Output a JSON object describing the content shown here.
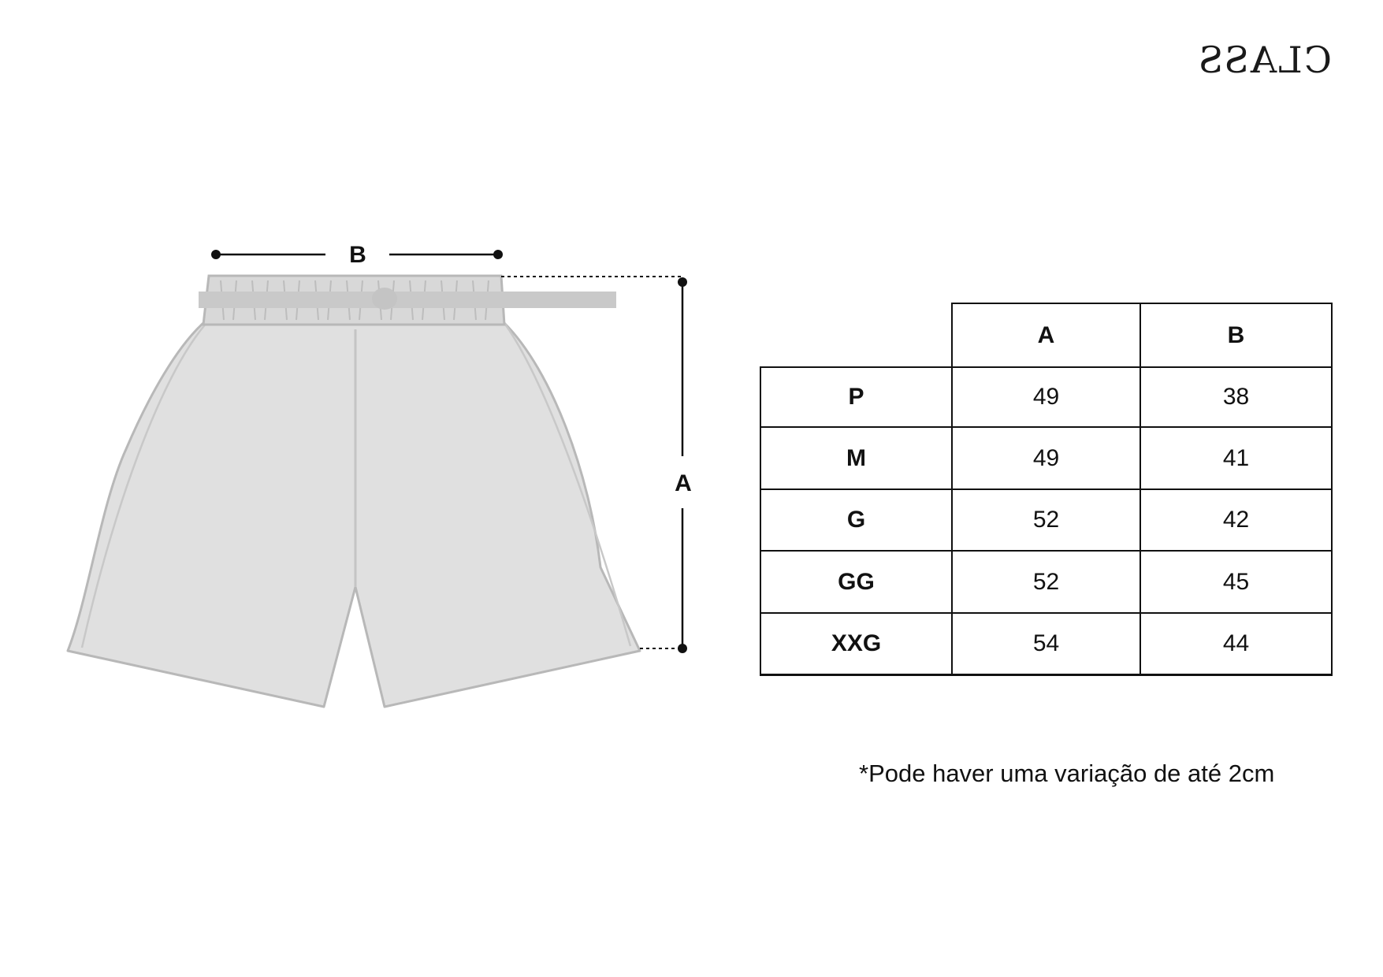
{
  "brand": {
    "logo_text": "CLASS"
  },
  "diagram": {
    "width_label": "B",
    "length_label": "A",
    "icon": "shorts-illustration"
  },
  "size_table": {
    "columns": [
      "A",
      "B"
    ],
    "rows": [
      {
        "size": "P",
        "a": "49",
        "b": "38"
      },
      {
        "size": "M",
        "a": "49",
        "b": "41"
      },
      {
        "size": "G",
        "a": "52",
        "b": "42"
      },
      {
        "size": "GG",
        "a": "52",
        "b": "45"
      },
      {
        "size": "XXG",
        "a": "54",
        "b": "44"
      }
    ]
  },
  "footnote": "*Pode haver uma variação de até 2cm",
  "colors": {
    "garment_fill": "#e0e0e0",
    "garment_outline": "#b8b8b8",
    "ink": "#111111"
  }
}
